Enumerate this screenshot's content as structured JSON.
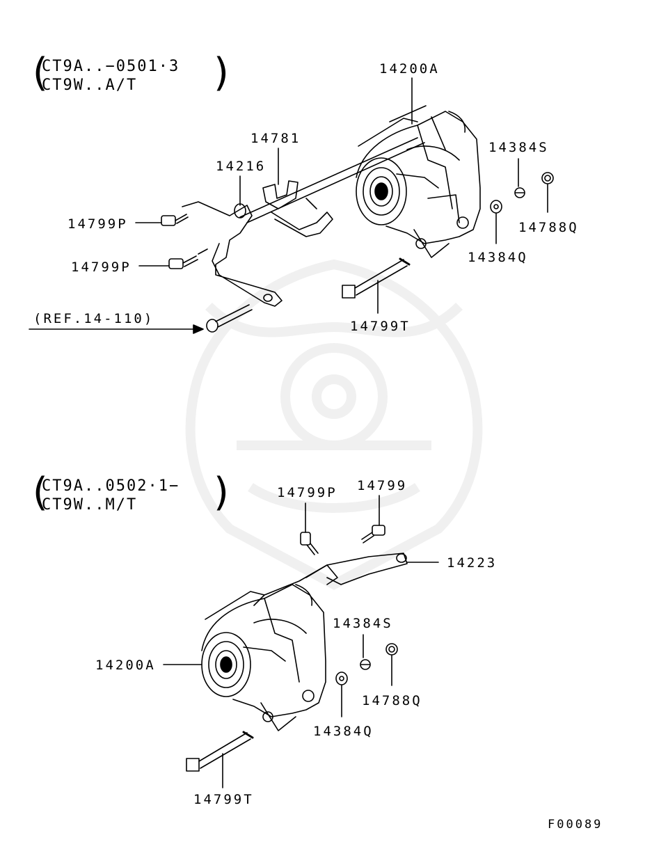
{
  "diagram": {
    "conditions": {
      "top": {
        "line1": "CT9A..−0501·3",
        "line2": "CT9W..A/T"
      },
      "bottom": {
        "line1": "CT9A..0502·1−",
        "line2": "CT9W..M/T"
      }
    },
    "reference_label": "(REF.14-110)",
    "figure_code": "F00089",
    "top_labels": {
      "alternator": "14200A",
      "harness_bracket": "14781",
      "brace": "14216",
      "bolt_upper": "14799P",
      "bolt_lower": "14799P",
      "spring_washer": "14384S",
      "nut": "14788Q",
      "washer": "14384Q",
      "through_bolt": "14799T"
    },
    "bottom_labels": {
      "bolt_p": "14799P",
      "bolt": "14799",
      "brace": "14223",
      "alternator": "14200A",
      "spring_washer": "14384S",
      "nut": "14788Q",
      "washer": "14384Q",
      "through_bolt": "14799T"
    }
  }
}
